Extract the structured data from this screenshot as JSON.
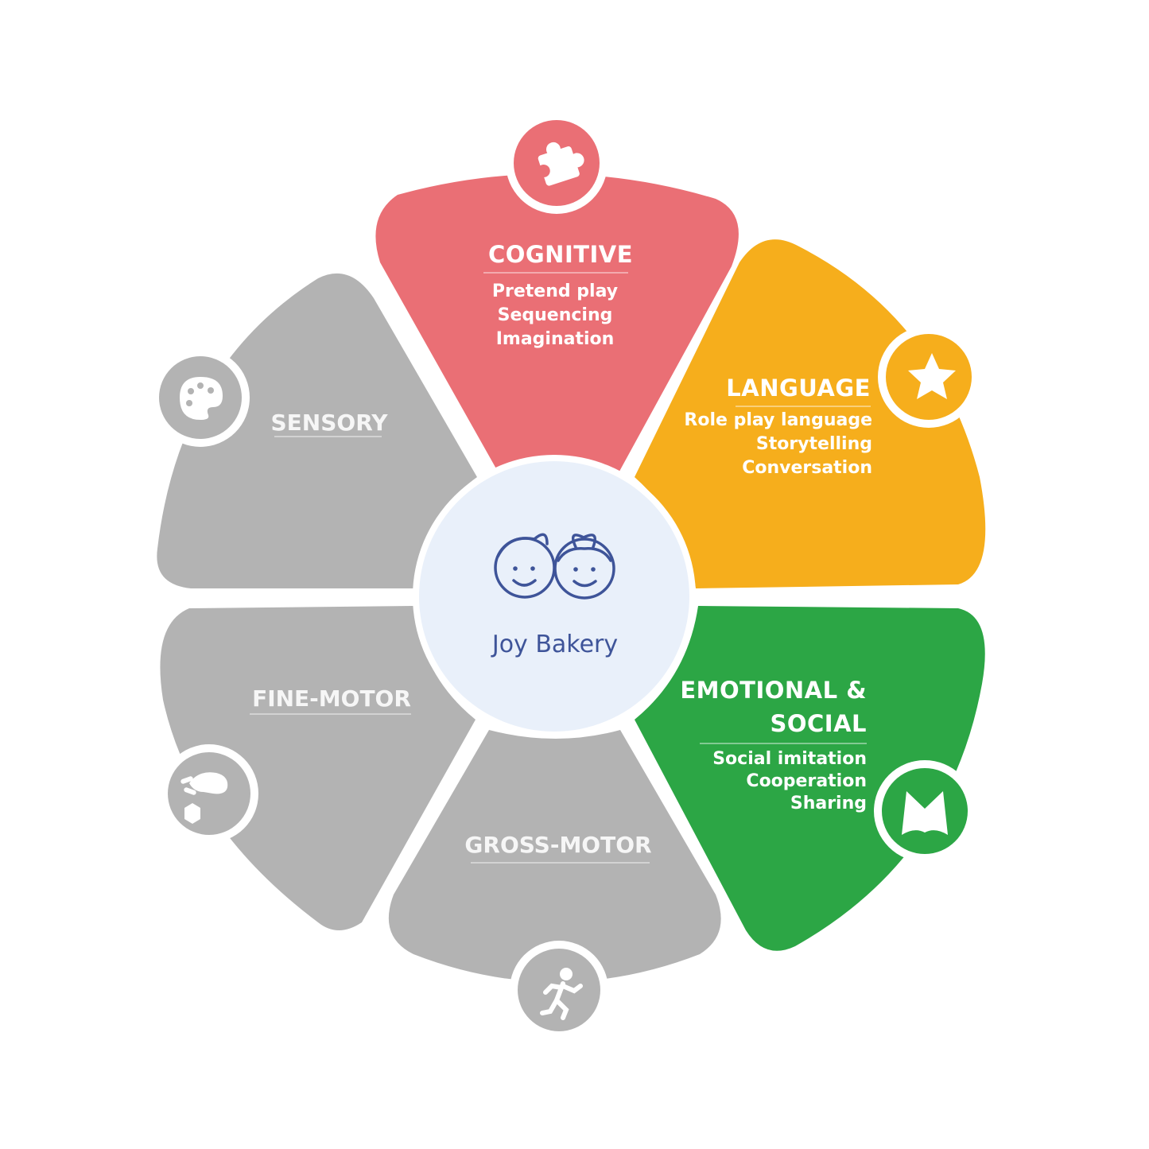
{
  "center": {
    "brand_name": "Joy Bakery",
    "logo_icon": "two-kids-faces-icon"
  },
  "segments": [
    {
      "title_lines": [
        "COGNITIVE"
      ],
      "items": [
        "Pretend play",
        "Sequencing",
        "Imagination"
      ],
      "color": "#ea6f75",
      "icon": "puzzle-piece-icon",
      "active": true
    },
    {
      "title_lines": [
        "LANGUAGE"
      ],
      "items": [
        "Role play language",
        "Storytelling",
        "Conversation"
      ],
      "color": "#f6ae1c",
      "icon": "star-icon",
      "active": true
    },
    {
      "title_lines": [
        "EMOTIONAL &",
        "SOCIAL"
      ],
      "items": [
        "Social imitation",
        "Cooperation",
        "Sharing"
      ],
      "color": "#2ca645",
      "icon": "book-icon",
      "active": true
    },
    {
      "title_lines": [
        "GROSS-MOTOR"
      ],
      "items": [],
      "color": "#b3b3b3",
      "icon": "running-person-icon",
      "active": false
    },
    {
      "title_lines": [
        "FINE-MOTOR"
      ],
      "items": [],
      "color": "#b3b3b3",
      "icon": "hand-picking-block-icon",
      "active": false
    },
    {
      "title_lines": [
        "SENSORY"
      ],
      "items": [],
      "color": "#b3b3b3",
      "icon": "paint-palette-icon",
      "active": false
    }
  ]
}
